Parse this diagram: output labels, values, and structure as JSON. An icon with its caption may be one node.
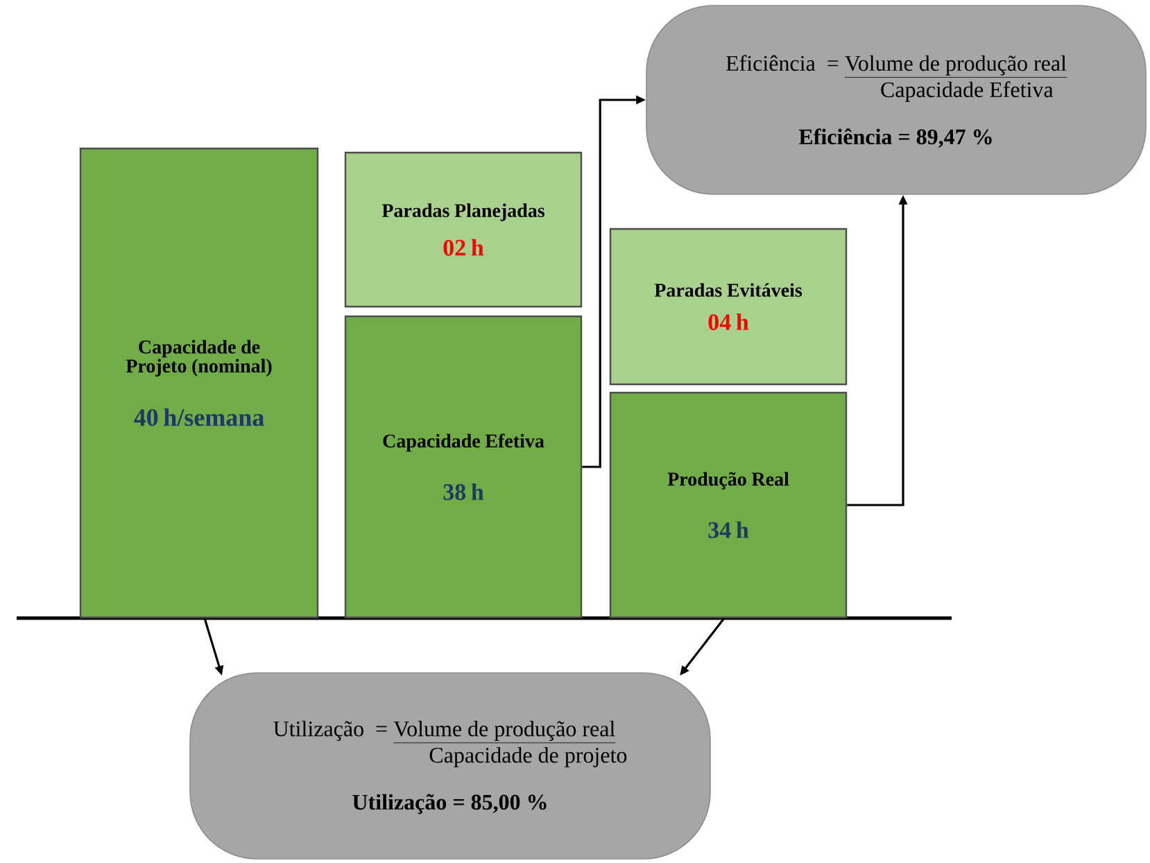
{
  "diagram": {
    "nodes": [
      {
        "text": [
          "Capacidade de Projeto (nominal)",
          "40 h/semana"
        ]
      },
      {
        "text": [
          "Paradas Planejadas",
          "02 h"
        ]
      },
      {
        "text": [
          "Capacidade Efetiva",
          "38 h"
        ]
      },
      {
        "text": [
          "Paradas Evitáveis",
          "04 h"
        ]
      },
      {
        "text": [
          "Produção Real",
          "34 h"
        ]
      },
      {
        "text": [
          "Eficiência",
          "=",
          "Volume de produção real",
          "Capacidade Efetiva",
          "Eficiência = 89,47 %"
        ]
      },
      {
        "text": [
          "Utilização",
          "=",
          "Volume de produção real",
          "Capacidade de projeto",
          "Utilização = 85,00 %"
        ]
      }
    ],
    "edges": [
      {
        "from": 2,
        "to": 5,
        "arrow": "to"
      },
      {
        "from": 4,
        "to": 5,
        "arrow": "to"
      },
      {
        "from": 0,
        "to": 6,
        "arrow": "to"
      },
      {
        "from": 4,
        "to": 6,
        "arrow": "to"
      }
    ]
  }
}
